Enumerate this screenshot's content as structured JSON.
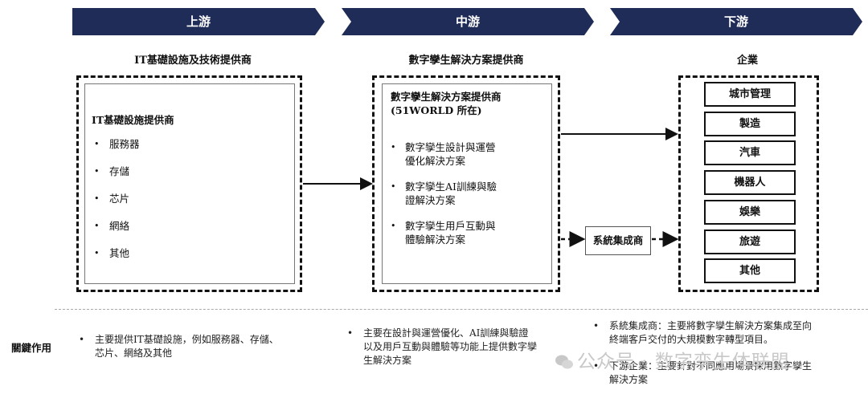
{
  "stages": [
    {
      "label": "上游",
      "subtitle": "IT基礎設施及技術提供商"
    },
    {
      "label": "中游",
      "subtitle": "數字孿生解決方案提供商"
    },
    {
      "label": "下游",
      "subtitle": "企業"
    }
  ],
  "upstream": {
    "title": "IT基礎設施提供商",
    "items": [
      "服務器",
      "存儲",
      "芯片",
      "網絡",
      "其他"
    ]
  },
  "midstream": {
    "title_line1": "數字孿生解決方案提供商",
    "title_line2": "(51WORLD 所在)",
    "items": [
      {
        "line1": "數字孿生設計與運營",
        "line2": "優化解決方案"
      },
      {
        "line1": "數字孿生AI訓練與驗",
        "line2": "證解決方案"
      },
      {
        "line1": "數字孿生用戶互動與",
        "line2": "體驗解決方案"
      }
    ]
  },
  "integrator": {
    "label": "系統集成商"
  },
  "downstream": {
    "items": [
      "城市管理",
      "製造",
      "汽車",
      "機器人",
      "娛樂",
      "旅遊",
      "其他"
    ]
  },
  "notes": {
    "row_label": "關鍵作用",
    "upstream": {
      "line1": "主要提供IT基礎設施，例如服務器、存儲、",
      "line2": "芯片、網絡及其他"
    },
    "midstream": {
      "line1": "主要在設計與運營優化、AI訓練與驗證",
      "line2": "以及用戶互動與體驗等功能上提供數字孿",
      "line3": "生解決方案"
    },
    "downstream_1": {
      "line1": "系統集成商：主要將數字孿生解決方案集成至向",
      "line2": "終端客戶交付的大規模數字轉型項目。"
    },
    "downstream_2": {
      "line1": "下游企業：主要針對不同應用場景採用數字孿生",
      "line2": "解決方案"
    }
  },
  "watermark": "公众号 · 数字孪生体联盟",
  "colors": {
    "banner": "#1f2c57"
  }
}
